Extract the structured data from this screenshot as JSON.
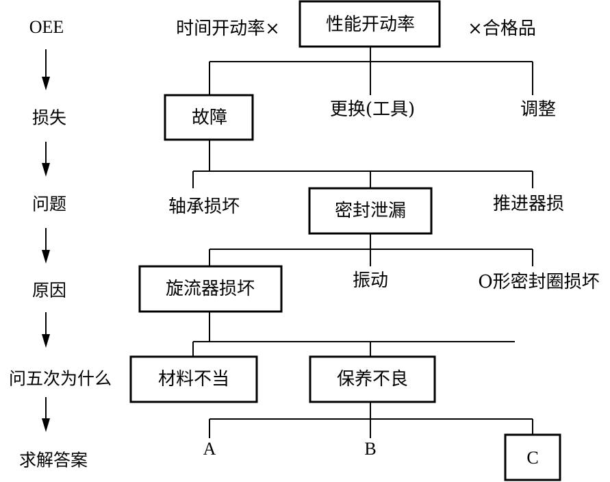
{
  "left_column": {
    "oee": "OEE",
    "loss": "损失",
    "problem": "问题",
    "cause": "原因",
    "five_whys": "问五次为什么",
    "answer": "求解答案"
  },
  "top_row": {
    "time_rate": "时间开动率×",
    "performance_rate": "性能开动率",
    "quality_rate": "×合格品"
  },
  "loss_row": {
    "failure": "故障",
    "tool_change": "更换(工具)",
    "adjustment": "调整"
  },
  "problem_row": {
    "bearing_damage": "轴承损坏",
    "seal_leak": "密封泄漏",
    "propeller_damage": "推进器损"
  },
  "cause_row": {
    "swirler_damage": "旋流器损坏",
    "vibration": "振动",
    "o_ring_damage": "O形密封圈损坏"
  },
  "whys_row": {
    "improper_material": "材料不当",
    "poor_maintenance": "保养不良"
  },
  "answer_row": {
    "a": "A",
    "b": "B",
    "c": "C"
  }
}
